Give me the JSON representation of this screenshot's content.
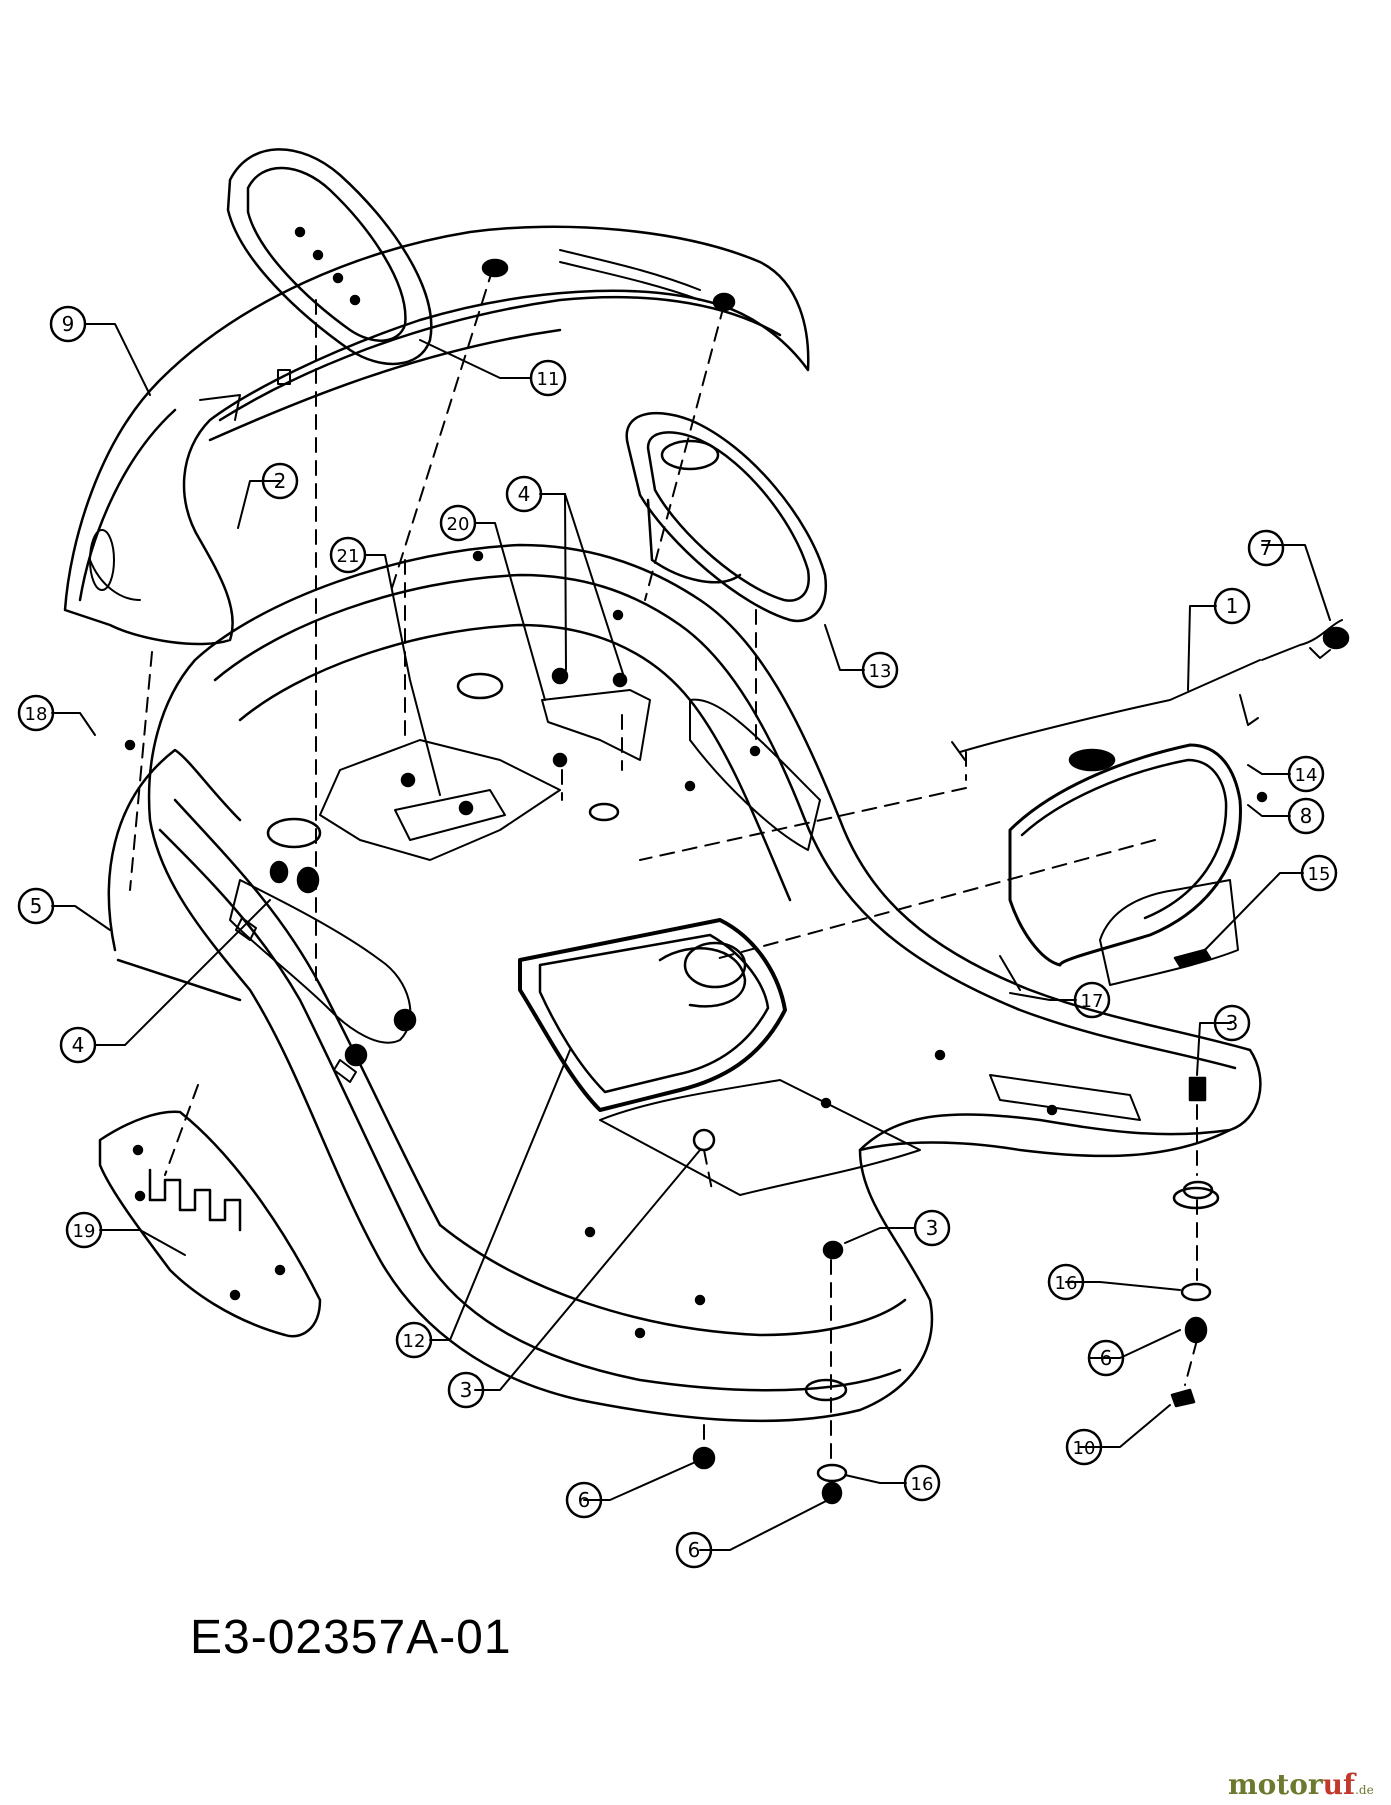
{
  "drawing_code": "E3-02357A-01",
  "watermark": {
    "part1": "motor",
    "part2": "uf",
    "part3": ".de"
  },
  "colors": {
    "ink": "#000000",
    "paper": "#ffffff"
  },
  "callouts": [
    {
      "id": "c9",
      "label": "9"
    },
    {
      "id": "c11",
      "label": "11"
    },
    {
      "id": "c2",
      "label": "2"
    },
    {
      "id": "c4a",
      "label": "4"
    },
    {
      "id": "c20",
      "label": "20"
    },
    {
      "id": "c21",
      "label": "21"
    },
    {
      "id": "c7",
      "label": "7"
    },
    {
      "id": "c1",
      "label": "1"
    },
    {
      "id": "c13",
      "label": "13"
    },
    {
      "id": "c18a",
      "label": "18"
    },
    {
      "id": "c14",
      "label": "14"
    },
    {
      "id": "c8",
      "label": "8"
    },
    {
      "id": "c15",
      "label": "15"
    },
    {
      "id": "c5",
      "label": "5"
    },
    {
      "id": "c17",
      "label": "17"
    },
    {
      "id": "c4b",
      "label": "4"
    },
    {
      "id": "c3a",
      "label": "3"
    },
    {
      "id": "c19",
      "label": "19"
    },
    {
      "id": "c3b",
      "label": "3"
    },
    {
      "id": "c16a",
      "label": "16"
    },
    {
      "id": "c12",
      "label": "12"
    },
    {
      "id": "c6a",
      "label": "6"
    },
    {
      "id": "c3c",
      "label": "3"
    },
    {
      "id": "c10",
      "label": "10"
    },
    {
      "id": "c6b",
      "label": "6"
    },
    {
      "id": "c16b",
      "label": "16"
    },
    {
      "id": "c6c",
      "label": "6"
    }
  ]
}
